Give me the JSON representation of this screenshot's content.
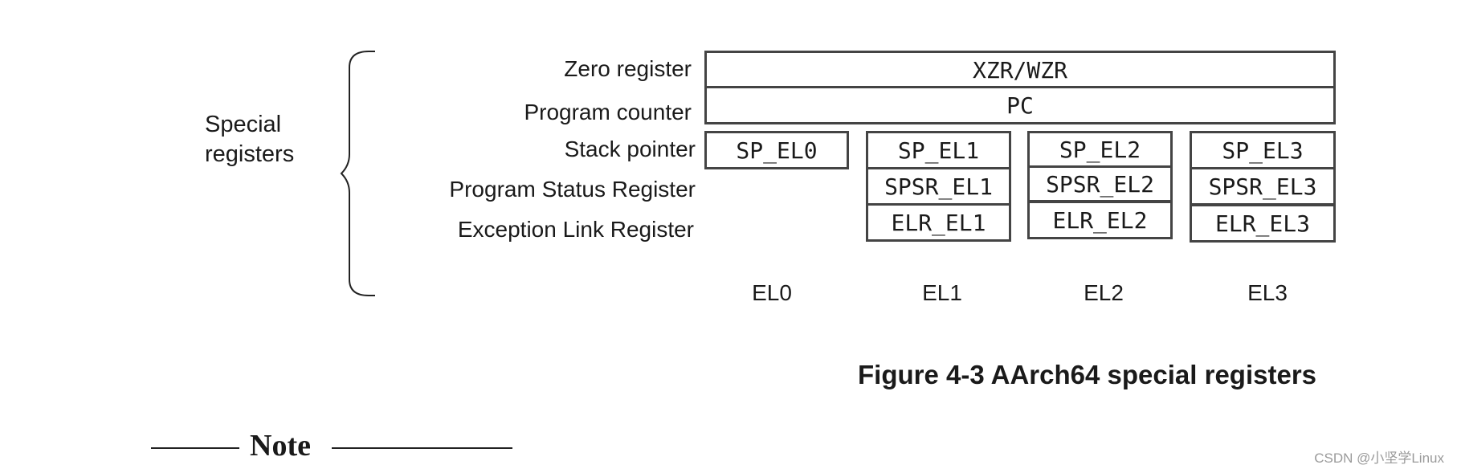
{
  "group_label": [
    "Special",
    "registers"
  ],
  "row_labels": {
    "zero": "Zero register",
    "pc": "Program counter",
    "sp": "Stack pointer",
    "psr": "Program Status Register",
    "elr": "Exception Link Register"
  },
  "registers": {
    "xzr": "XZR/WZR",
    "pc": "PC",
    "sp_el0": "SP_EL0",
    "sp_el1": "SP_EL1",
    "sp_el2": "SP_EL2",
    "sp_el3": "SP_EL3",
    "spsr_el1": "SPSR_EL1",
    "spsr_el2": "SPSR_EL2",
    "spsr_el3": "SPSR_EL3",
    "elr_el1": "ELR_EL1",
    "elr_el2": "ELR_EL2",
    "elr_el3": "ELR_EL3"
  },
  "exception_levels": [
    "EL0",
    "EL1",
    "EL2",
    "EL3"
  ],
  "caption": "Figure 4-3 AArch64 special registers",
  "note_heading": "Note",
  "watermark": "CSDN @小坚学Linux",
  "colors": {
    "box_border": "#444444",
    "text": "#1a1a1a",
    "watermark": "#9a9a9a"
  }
}
